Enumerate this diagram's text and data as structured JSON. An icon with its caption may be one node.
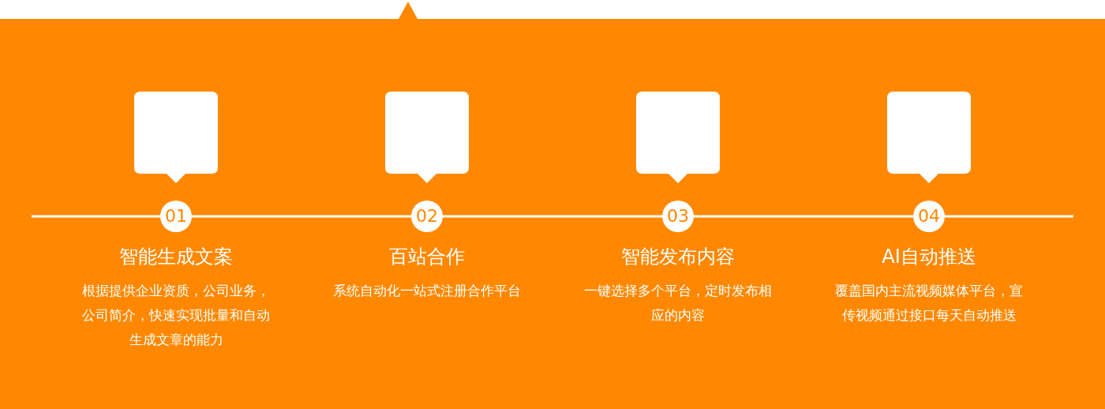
{
  "diagram": {
    "nodes": [
      {
        "text": [],
        "shape": "box"
      },
      {
        "text": [],
        "shape": "box"
      },
      {
        "text": [],
        "shape": "box"
      },
      {
        "text": [],
        "shape": "box"
      },
      {
        "text": [
          "01"
        ],
        "beside": [
          "智能生成文案",
          "根据提供企业资质，公司业务，公司简介，快速实现批量和自动生成文章的能力"
        ]
      },
      {
        "text": [
          "02"
        ],
        "beside": [
          "百站合作",
          "系统自动化一站式注册合作平台"
        ]
      },
      {
        "text": [
          "03"
        ],
        "beside": [
          "智能发布内容",
          "一键选择多个平台，定时发布相应的内容"
        ]
      },
      {
        "text": [
          "04"
        ],
        "beside": [
          "AI自动推送",
          "覆盖国内主流视频媒体平台，宣传视频通过接口每天自动推送"
        ]
      }
    ],
    "edges": [
      {
        "from": null,
        "to": 4,
        "arrow": "none"
      },
      {
        "from": 4,
        "to": 5,
        "arrow": "none"
      },
      {
        "from": 5,
        "to": 6,
        "arrow": "none"
      },
      {
        "from": 6,
        "to": 7,
        "arrow": "none"
      },
      {
        "from": 7,
        "to": null,
        "arrow": "none"
      }
    ]
  }
}
